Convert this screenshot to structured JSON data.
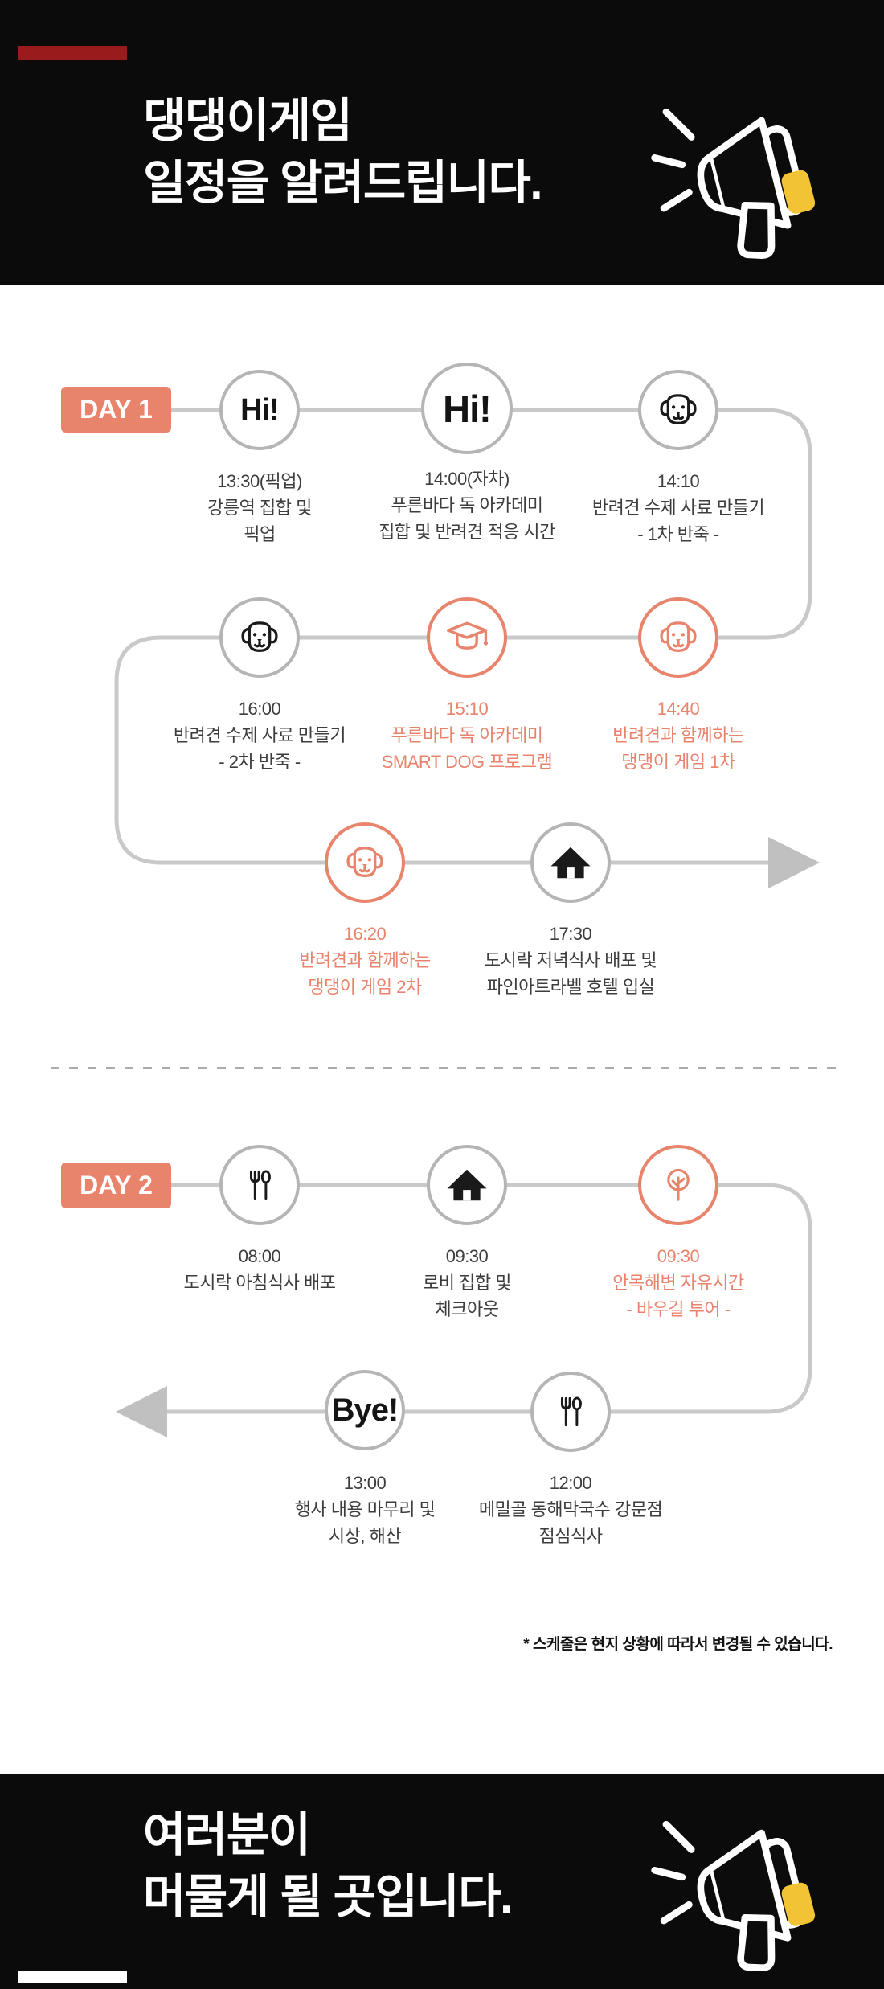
{
  "header": {
    "line1": "댕댕이게임",
    "line2": "일정을 알려드립니다."
  },
  "footer": {
    "line1": "여러분이",
    "line2": "머물게 될 곳입니다."
  },
  "note": "* 스케줄은 현지 상황에 따라서 변경될 수 있습니다.",
  "colors": {
    "accent_coral": "#E8836C",
    "background_black": "#0B0B0B",
    "timeline_gray": "#C9C9C9",
    "megaphone_yellow": "#F2C335",
    "header_bar_red": "#9A1B1B"
  },
  "day1": {
    "label": "DAY 1",
    "nodes": [
      {
        "icon": "hi-text",
        "icon_label": "Hi!",
        "time": "13:30(픽업)",
        "line1": "강릉역 집합 및",
        "line2": "픽업",
        "accent": false
      },
      {
        "icon": "hi-text",
        "icon_label": "Hi!",
        "time": "14:00(자차)",
        "line1": "푸른바다 독 아카데미",
        "line2": "집합 및 반려견 적응 시간",
        "accent": false
      },
      {
        "icon": "dog-icon",
        "time": "14:10",
        "line1": "반려견 수제 사료 만들기",
        "line2": "- 1차 반죽 -",
        "accent": false
      },
      {
        "icon": "dog-icon",
        "time": "14:40",
        "line1": "반려견과 함께하는",
        "line2": "댕댕이 게임 1차",
        "accent": true
      },
      {
        "icon": "graduation-cap-icon",
        "time": "15:10",
        "line1": "푸른바다 독 아카데미",
        "line2": "SMART DOG 프로그램",
        "accent": true
      },
      {
        "icon": "dog-icon",
        "time": "16:00",
        "line1": "반려견 수제 사료 만들기",
        "line2": "- 2차 반죽 -",
        "accent": false
      },
      {
        "icon": "dog-icon",
        "time": "16:20",
        "line1": "반려견과 함께하는",
        "line2": "댕댕이 게임 2차",
        "accent": true
      },
      {
        "icon": "house-icon",
        "time": "17:30",
        "line1": "도시락 저녁식사 배포 및",
        "line2": "파인아트라벨 호텔 입실",
        "accent": false
      }
    ]
  },
  "day2": {
    "label": "DAY 2",
    "nodes": [
      {
        "icon": "cutlery-icon",
        "time": "08:00",
        "line1": "도시락 아침식사 배포",
        "line2": "",
        "accent": false
      },
      {
        "icon": "house-icon",
        "time": "09:30",
        "line1": "로비 집합 및",
        "line2": "체크아웃",
        "accent": false
      },
      {
        "icon": "tree-icon",
        "time": "09:30",
        "line1": "안목해변 자유시간",
        "line2": "- 바우길 투어 -",
        "accent": true
      },
      {
        "icon": "cutlery-icon",
        "time": "12:00",
        "line1": "메밀골 동해막국수 강문점",
        "line2": "점심식사",
        "accent": false
      },
      {
        "icon": "bye-text",
        "icon_label": "Bye!",
        "time": "13:00",
        "line1": "행사 내용 마무리 및",
        "line2": "시상, 해산",
        "accent": false
      }
    ]
  }
}
